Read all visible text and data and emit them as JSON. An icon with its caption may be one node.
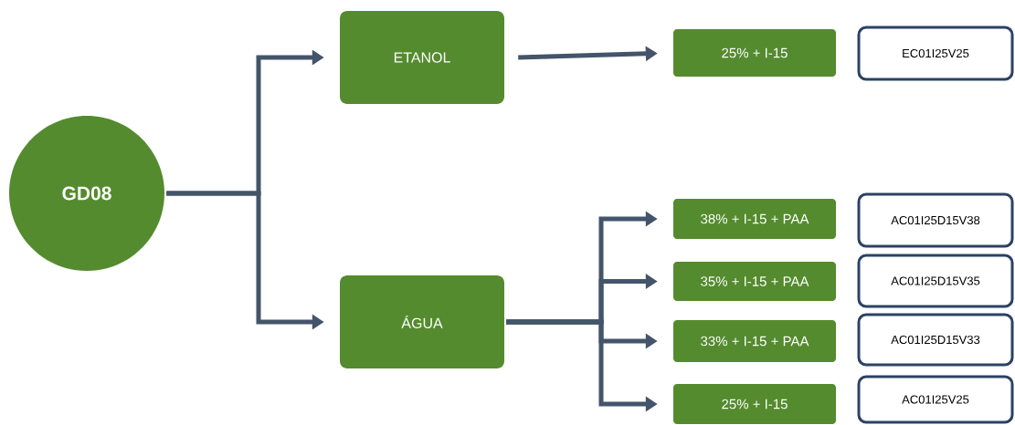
{
  "diagram": {
    "nodes": [
      {
        "text": [
          "GD08"
        ]
      },
      {
        "text": [
          "ETANOL"
        ]
      },
      {
        "text": [
          "ÁGUA"
        ]
      },
      {
        "text": [
          "25% + I-15"
        ]
      },
      {
        "text": [
          "EC01I25V25"
        ]
      },
      {
        "text": [
          "38% + I-15 + PAA"
        ]
      },
      {
        "text": [
          "AC01I25D15V38"
        ]
      },
      {
        "text": [
          "35% + I-15 + PAA"
        ]
      },
      {
        "text": [
          "AC01I25D15V35"
        ]
      },
      {
        "text": [
          "33% + I-15 + PAA"
        ]
      },
      {
        "text": [
          "AC01I25D15V33"
        ]
      },
      {
        "text": [
          "25% + I-15"
        ]
      },
      {
        "text": [
          "AC01I25V25"
        ]
      }
    ],
    "edges": [
      {
        "from": 0,
        "to": 1,
        "arrow": "to"
      },
      {
        "from": 0,
        "to": 2,
        "arrow": "to"
      },
      {
        "from": 1,
        "to": 3,
        "arrow": "to"
      },
      {
        "from": 2,
        "to": 5,
        "arrow": "to"
      },
      {
        "from": 2,
        "to": 7,
        "arrow": "to"
      },
      {
        "from": 2,
        "to": 9,
        "arrow": "to"
      },
      {
        "from": 2,
        "to": 11,
        "arrow": "to"
      }
    ]
  }
}
